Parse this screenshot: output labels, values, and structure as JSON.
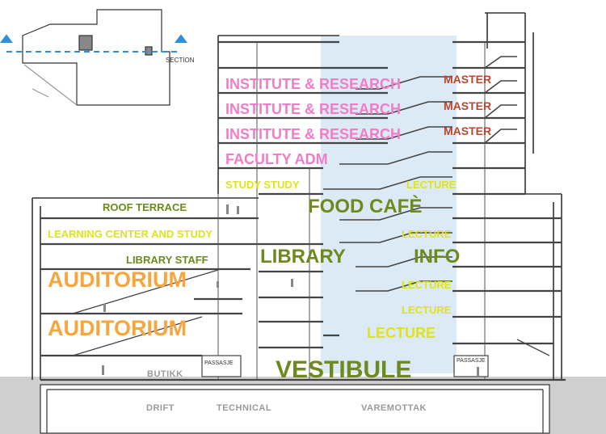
{
  "key_plan": {
    "section_label": "SECTION"
  },
  "floors": {
    "institute_1": "INSTITUTE & RESEARCH",
    "institute_2": "INSTITUTE & RESEARCH",
    "institute_3": "INSTITUTE & RESEARCH",
    "master_1": "MASTER",
    "master_2": "MASTER",
    "master_3": "MASTER",
    "faculty": "FACULTY ADM",
    "study": "STUDY STUDY",
    "lecture_1": "LECTURE",
    "roof_terrace": "ROOF TERRACE",
    "food_cafe": "FOOD CAFÈ",
    "learning_center": "LEARNING CENTER AND STUDY",
    "lecture_2": "LECTURE",
    "library_staff": "LIBRARY STAFF",
    "library": "LIBRARY",
    "info": "INFO",
    "auditorium_1": "AUDITORIUM",
    "lecture_3": "LECTURE",
    "lecture_4": "LECTURE",
    "auditorium_2": "AUDITORIUM",
    "lecture_5": "LECTURE",
    "passasje_1": "PASSASJE",
    "passasje_2": "PASSASJE",
    "butikk": "BUTIKK",
    "vestibule": "VESTIBULE",
    "drift": "DRIFT",
    "technical": "TECHNICAL",
    "varemottak": "VAREMOTTAK"
  },
  "colors": {
    "ground": "#cfcfcf",
    "atrium": "#dbeaf4",
    "section_line": "#2f8fd8",
    "institute": "#f27cc9",
    "master": "#b9472d",
    "primary": "#6e8a1f",
    "lecture": "#dfe31e",
    "auditorium": "#f7a53d",
    "basement_text": "#9a9a9a"
  }
}
